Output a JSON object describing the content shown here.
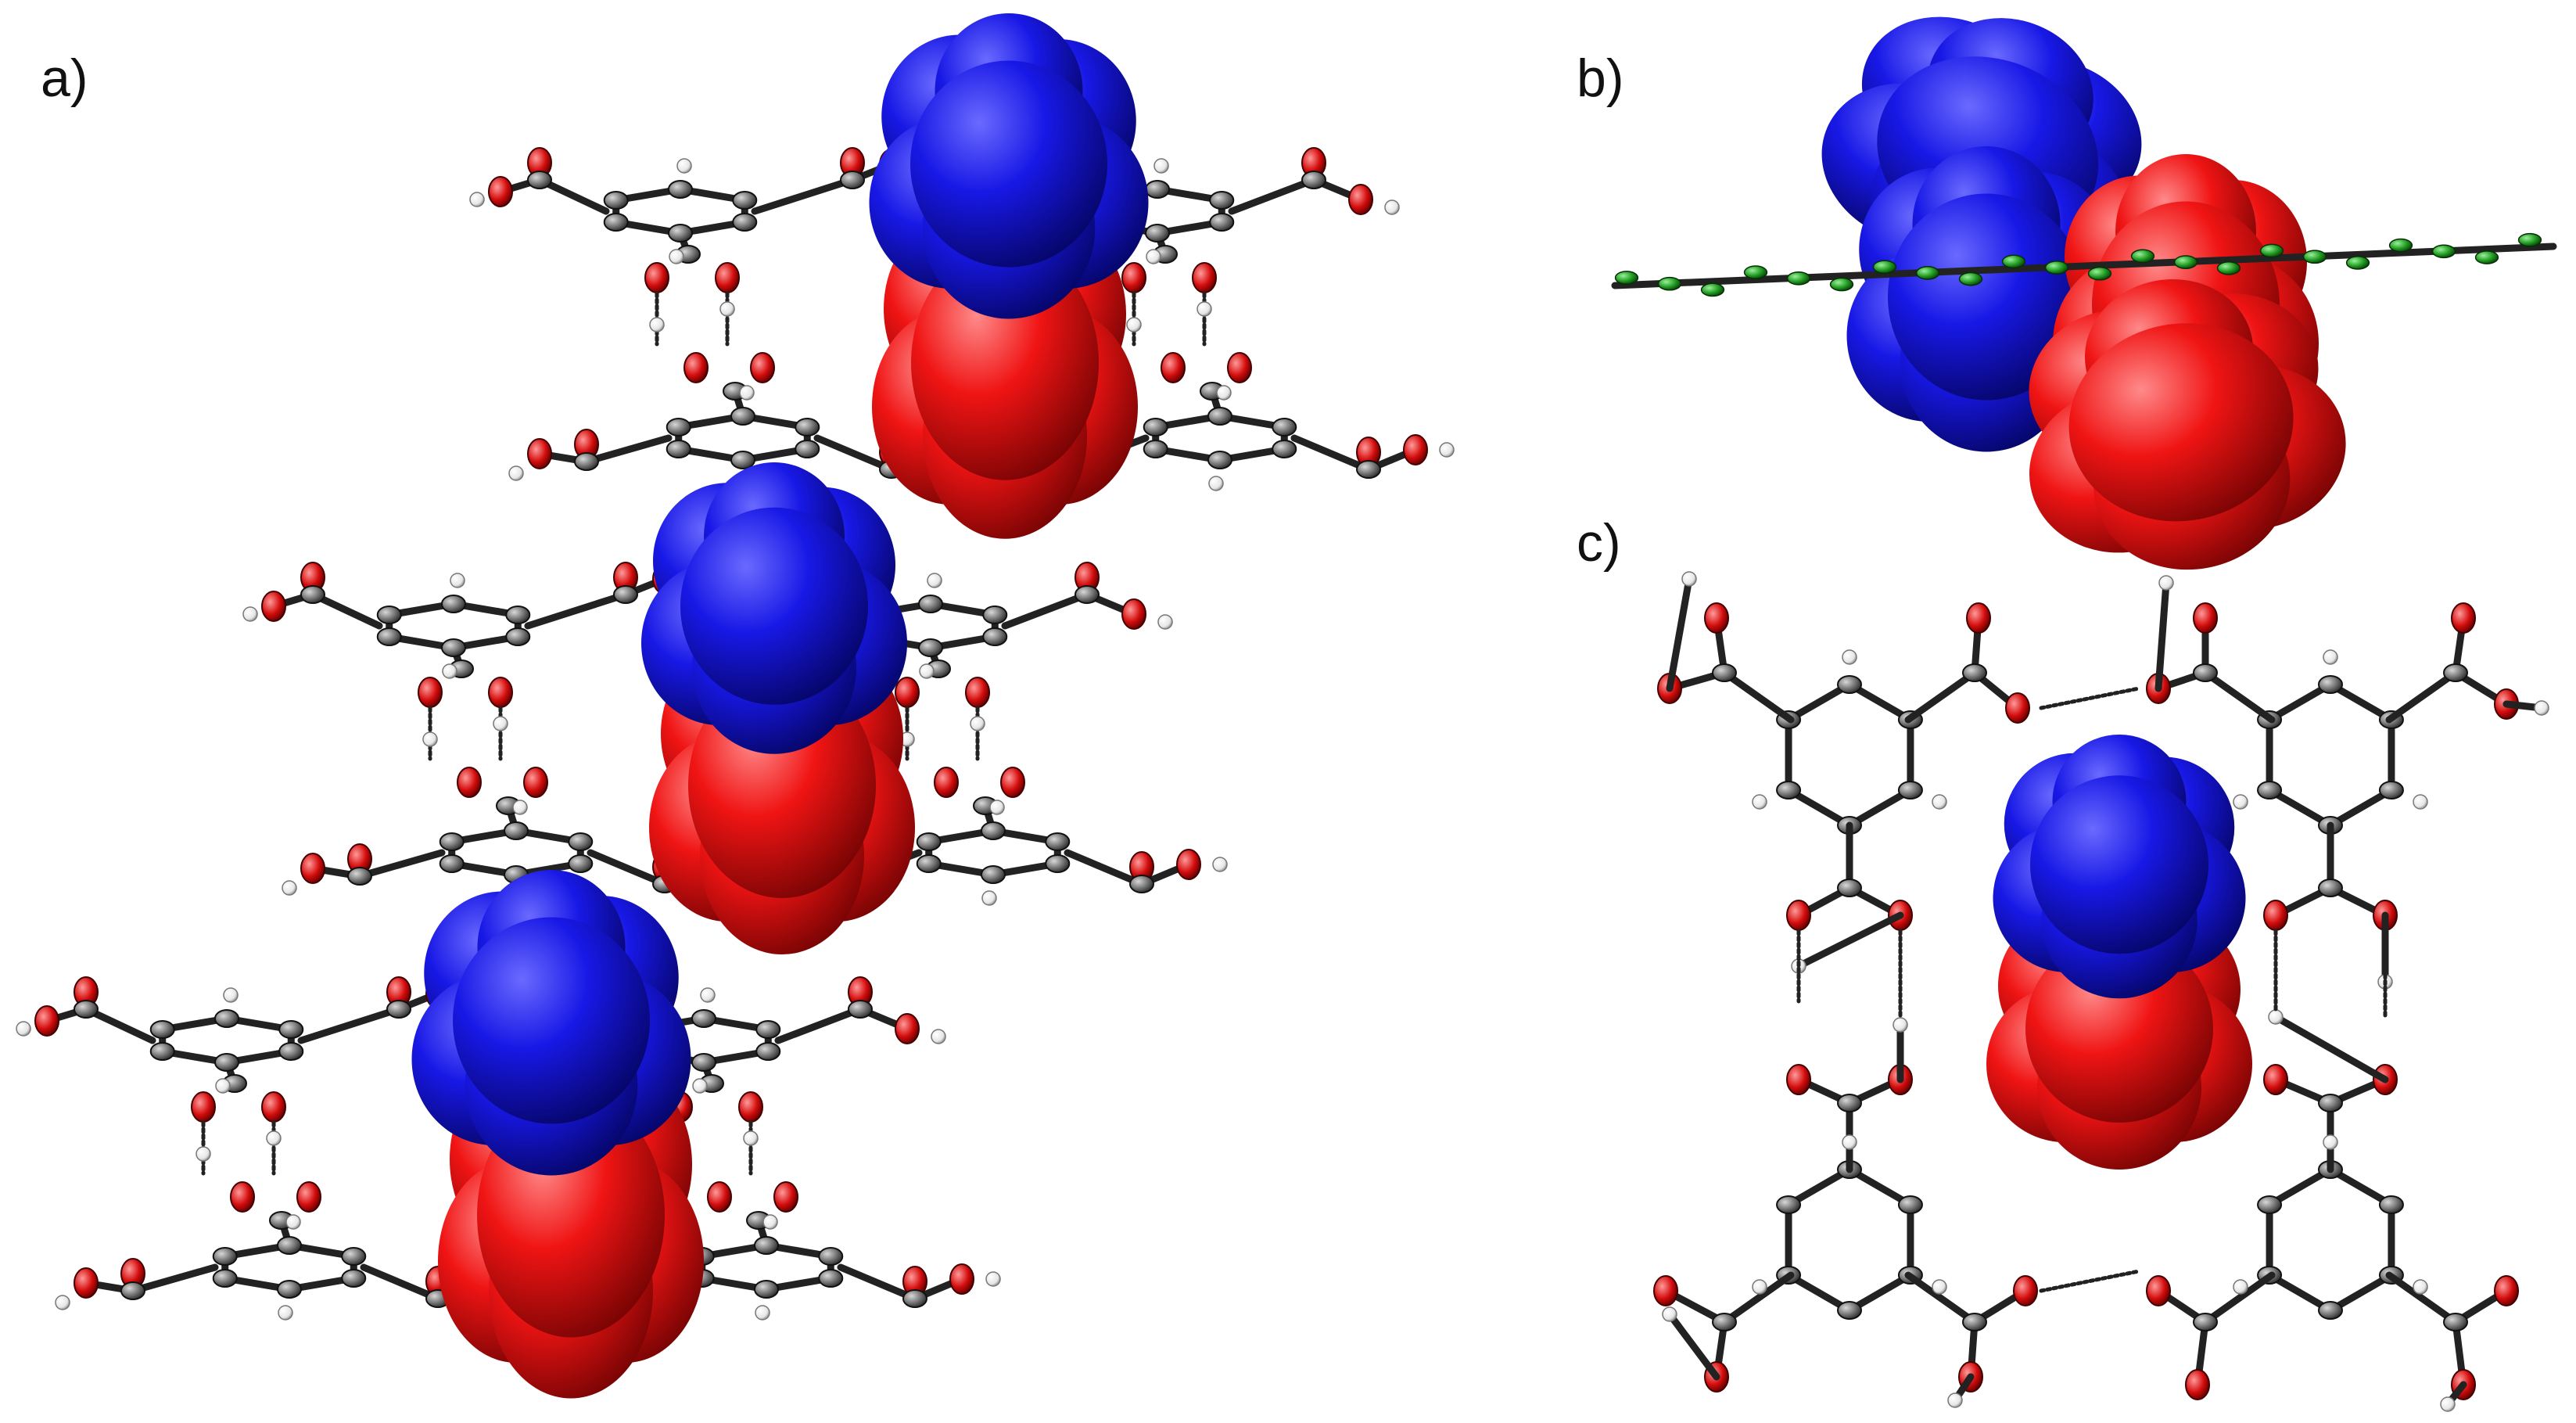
{
  "panels": {
    "a": {
      "label": "a)"
    },
    "b": {
      "label": "b)"
    },
    "c": {
      "label": "c)"
    }
  },
  "colors": {
    "blue_molecule": "#1010e0",
    "red_molecule": "#ee1010",
    "carbon": "#6f6f6f",
    "oxygen": "#d01010",
    "hydrogen": "#f2f2f2",
    "bond": "#222222",
    "green_atoms": "#1f9a1f",
    "background": "#ffffff"
  }
}
